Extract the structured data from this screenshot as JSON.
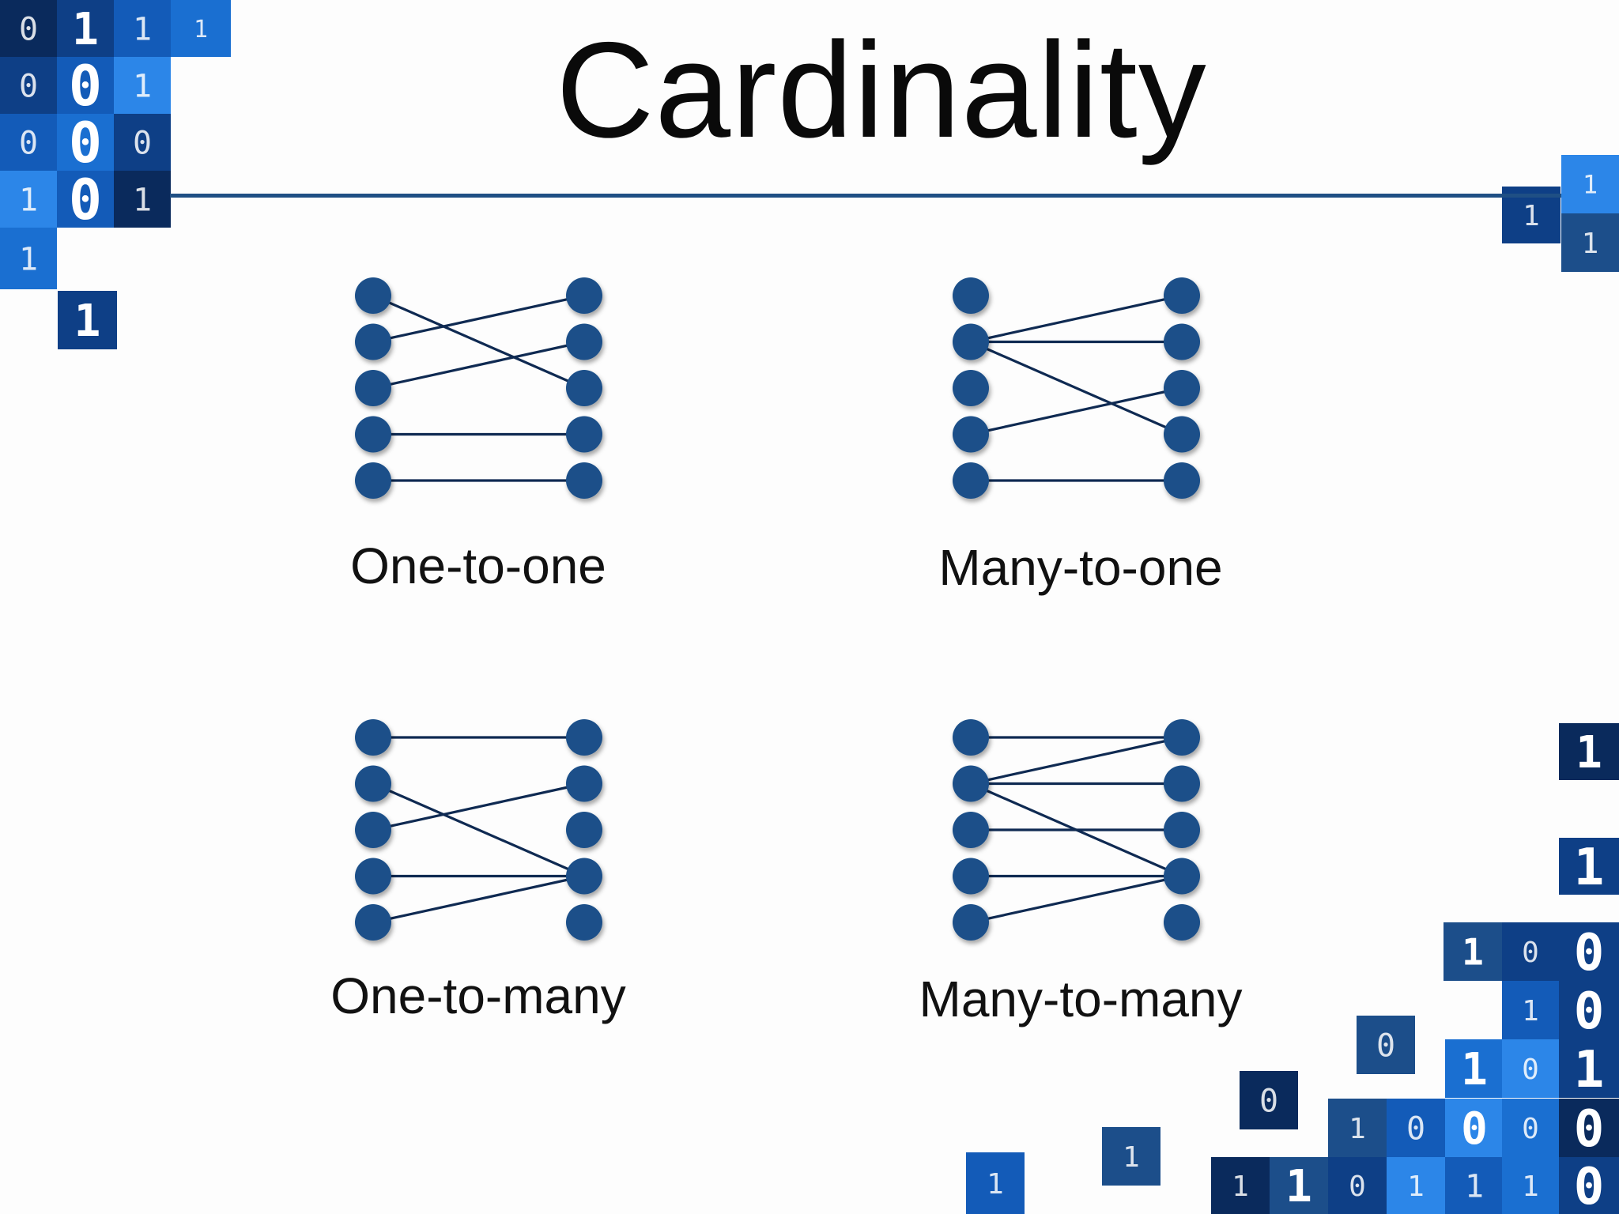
{
  "slide": {
    "title": "Cardinality"
  },
  "colors": {
    "node": "#1a5089",
    "edge": "#0f2a52",
    "rule": "#1f4f84",
    "tile_palette": [
      "#0a2a5c",
      "#0e3f86",
      "#135bb8",
      "#1a6fd1",
      "#2c86e8",
      "#4aa0f2",
      "#1c4e8a"
    ]
  },
  "diagrams": [
    {
      "label": "One-to-one",
      "edges": [
        [
          0,
          2
        ],
        [
          1,
          0
        ],
        [
          2,
          1
        ],
        [
          3,
          3
        ],
        [
          4,
          4
        ]
      ]
    },
    {
      "label": "Many-to-one",
      "edges": [
        [
          1,
          0
        ],
        [
          1,
          1
        ],
        [
          1,
          3
        ],
        [
          3,
          2
        ],
        [
          4,
          4
        ]
      ]
    },
    {
      "label": "One-to-many",
      "edges": [
        [
          0,
          0
        ],
        [
          1,
          3
        ],
        [
          2,
          1
        ],
        [
          3,
          3
        ],
        [
          4,
          3
        ]
      ]
    },
    {
      "label": "Many-to-many",
      "edges": [
        [
          0,
          0
        ],
        [
          1,
          0
        ],
        [
          1,
          1
        ],
        [
          1,
          3
        ],
        [
          2,
          2
        ],
        [
          3,
          3
        ],
        [
          4,
          3
        ]
      ]
    }
  ],
  "decoration": {
    "icon": "binary-data-mosaic",
    "glyphs": [
      "0",
      "1"
    ]
  }
}
